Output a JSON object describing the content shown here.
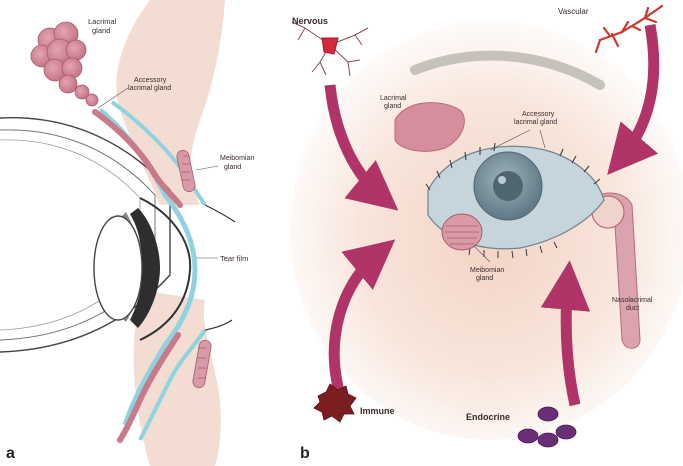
{
  "panel_a": {
    "letter": "a",
    "labels": {
      "lacrimal_gland": [
        "Lacrimal",
        "gland"
      ],
      "accessory_lacrimal_gland": [
        "Accessory",
        "lacrimal gland"
      ],
      "meibomian_gland": [
        "Meibomian",
        "gland"
      ],
      "tear_film": "Tear film"
    }
  },
  "panel_b": {
    "letter": "b",
    "labels": {
      "nervous": "Nervous",
      "vascular": "Vascular",
      "immune": "Immune",
      "endocrine": "Endocrine",
      "lacrimal_gland": [
        "Lacrimal",
        "gland"
      ],
      "accessory_lacrimal_gland": [
        "Accessory",
        "lacrimal gland"
      ],
      "meibomian_gland": [
        "Meibomian",
        "gland"
      ],
      "nasolacrimal_duct": [
        "Nasolacrimal",
        "duct"
      ]
    }
  },
  "colors": {
    "gland_pink": "#c97a8a",
    "tear_film_blue": "#8fd3e0",
    "arrow_magenta": "#b33a6a",
    "iris": "#7f98a6",
    "skin_glow": "#f6e2d6"
  }
}
